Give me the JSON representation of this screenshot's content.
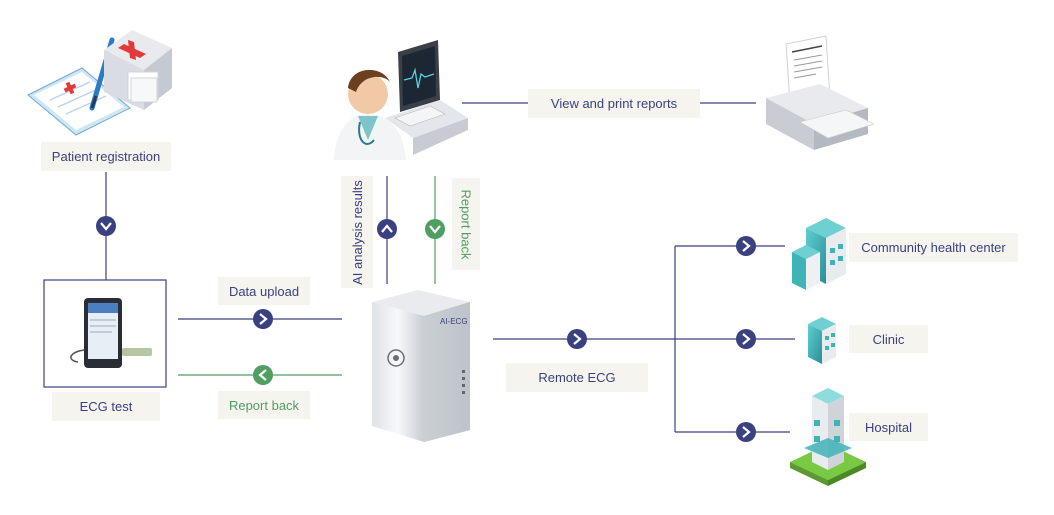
{
  "labels": {
    "patient_registration": "Patient registration",
    "ecg_test": "ECG test",
    "data_upload": "Data upload",
    "report_back_bottom": "Report back",
    "ai_analysis_results": "AI analysis results",
    "report_back_vertical": "Report back",
    "view_and_print_reports": "View and print reports",
    "remote_ecg": "Remote ECG",
    "community_health_center": "Community health center",
    "clinic": "Clinic",
    "hospital": "Hospital",
    "device_brand": "AI-ECG"
  },
  "colors": {
    "navy": "#3a4180",
    "green": "#4f9e62",
    "label_bg": "#f6f4ee",
    "teal": "#3fb3b6"
  }
}
